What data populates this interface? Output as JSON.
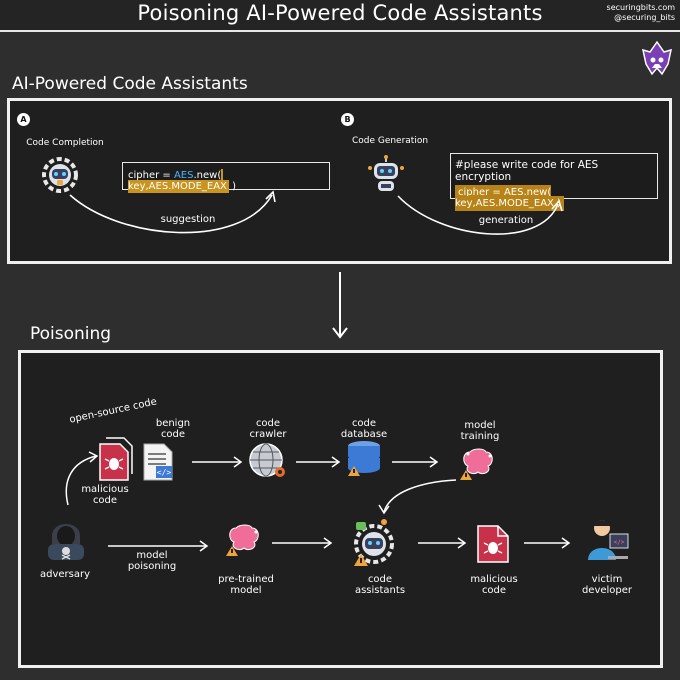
{
  "header": {
    "title": "Poisoning AI-Powered Code Assistants",
    "brand_line1": "securingbits.com",
    "brand_line2": "@securing_bits"
  },
  "section1": {
    "title": "AI-Powered Code Assistants",
    "a": {
      "badge": "A",
      "label": "Code Completion",
      "code_prefix": "cipher = ",
      "code_class": "AES",
      "code_method": ".new(",
      "code_highlight": " key,AES.MODE_EAX",
      "code_close": " )",
      "arrow_label": "suggestion"
    },
    "b": {
      "badge": "B",
      "label": "Code Generation",
      "comment": "#please write code for AES encryption",
      "code_line": "cipher = AES.new( key,AES.MODE_EAX )",
      "arrow_label": "generation"
    }
  },
  "section2": {
    "title": "Poisoning",
    "labels": {
      "open_source": "open-source code",
      "benign": "benign\ncode",
      "malicious": "malicious\ncode",
      "crawler": "code\ncrawler",
      "database": "code\ndatabase",
      "training": "model\ntraining",
      "adversary": "adversary",
      "poisoning": "model\npoisoning",
      "pretrained": "pre-trained\nmodel",
      "assistants": "code\nassistants",
      "malicious_out": "malicious\ncode",
      "victim": "victim\ndeveloper"
    }
  },
  "colors": {
    "accent_orange": "#c8941f",
    "code_cyan": "#4fb4ff",
    "brain_pink": "#f06d9a",
    "malicious_red": "#c8314a",
    "database_blue": "#3c7ad6"
  }
}
